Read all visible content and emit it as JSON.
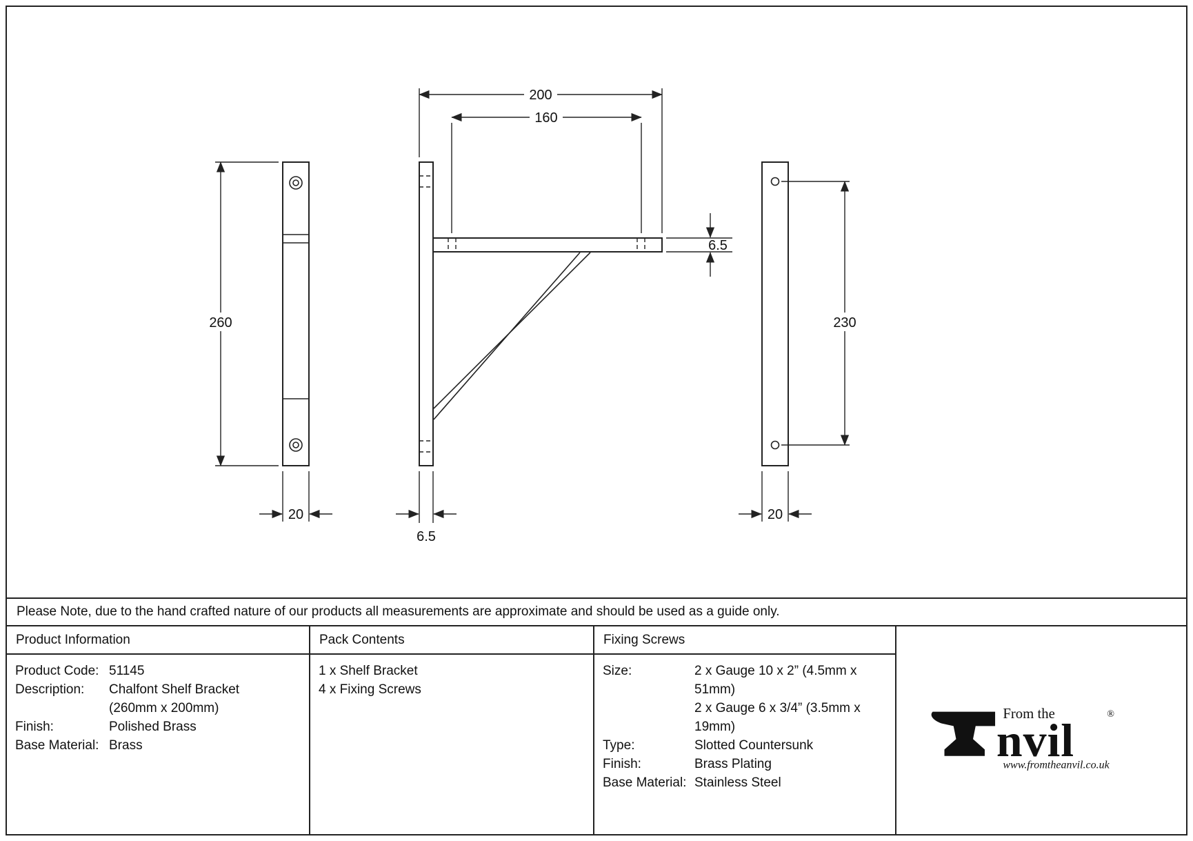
{
  "note": "Please Note, due to the hand crafted nature of our products all measurements are approximate and should be used as a guide only.",
  "drawing": {
    "dims": {
      "side_height": "260",
      "side_width": "20",
      "arm_length": "200",
      "arm_hole_spacing": "160",
      "arm_thickness": "6.5",
      "plate_thickness": "6.5",
      "back_hole_spacing": "230",
      "back_width": "20"
    }
  },
  "table": {
    "product_information": {
      "header": "Product Information",
      "rows": [
        {
          "label": "Product Code:",
          "value": "51145"
        },
        {
          "label": "Description:",
          "value": "Chalfont Shelf Bracket",
          "value2": "(260mm x 200mm)"
        },
        {
          "label": "Finish:",
          "value": "Polished Brass"
        },
        {
          "label": "Base Material:",
          "value": "Brass"
        }
      ]
    },
    "pack_contents": {
      "header": "Pack Contents",
      "items": [
        "1 x Shelf Bracket",
        "4 x Fixing Screws"
      ]
    },
    "fixing_screws": {
      "header": "Fixing Screws",
      "rows": [
        {
          "label": "Size:",
          "value": "2 x Gauge 10 x 2” (4.5mm x 51mm)",
          "value2": "2 x Gauge 6 x 3/4” (3.5mm x 19mm)"
        },
        {
          "label": "Type:",
          "value": "Slotted Countersunk"
        },
        {
          "label": "Finish:",
          "value": "Brass Plating"
        },
        {
          "label": "Base Material:",
          "value": "Stainless Steel"
        }
      ]
    }
  },
  "logo": {
    "from_the": "From the",
    "brand": "nvil",
    "registered": "®",
    "website": "www.fromtheanvil.co.uk"
  }
}
